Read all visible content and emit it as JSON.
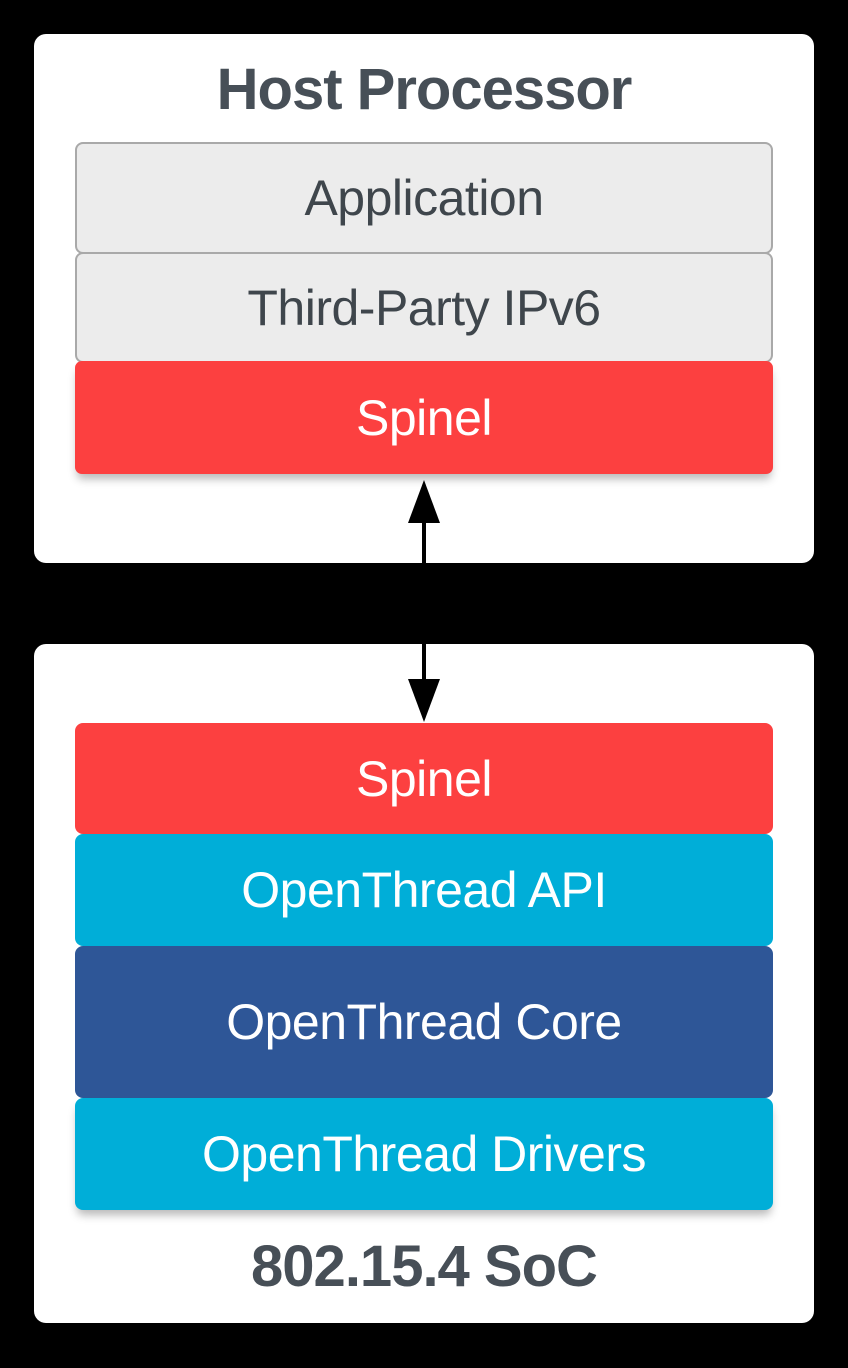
{
  "colors": {
    "background": "#000000",
    "card": "#ffffff",
    "red": "#fc4040",
    "cyan": "#00aed8",
    "blue": "#2e5697",
    "gray-block": "#ececec",
    "gray-border": "#a9a9a9",
    "dark-text": "#474f57",
    "block-text": "#3f464c",
    "white-text": "#ffffff"
  },
  "host_card": {
    "title": "Host Processor",
    "blocks": [
      {
        "id": "application",
        "label": "Application"
      },
      {
        "id": "third-party-ipv6",
        "label": "Third-Party IPv6"
      },
      {
        "id": "spinel",
        "label": "Spinel"
      }
    ]
  },
  "connector": {
    "type": "double-headed-arrow",
    "direction": "vertical"
  },
  "soc_card": {
    "title": "802.15.4 SoC",
    "blocks": [
      {
        "id": "spinel",
        "label": "Spinel"
      },
      {
        "id": "openthread-api",
        "label": "OpenThread API"
      },
      {
        "id": "openthread-core",
        "label": "OpenThread Core"
      },
      {
        "id": "openthread-drivers",
        "label": "OpenThread Drivers"
      }
    ]
  }
}
